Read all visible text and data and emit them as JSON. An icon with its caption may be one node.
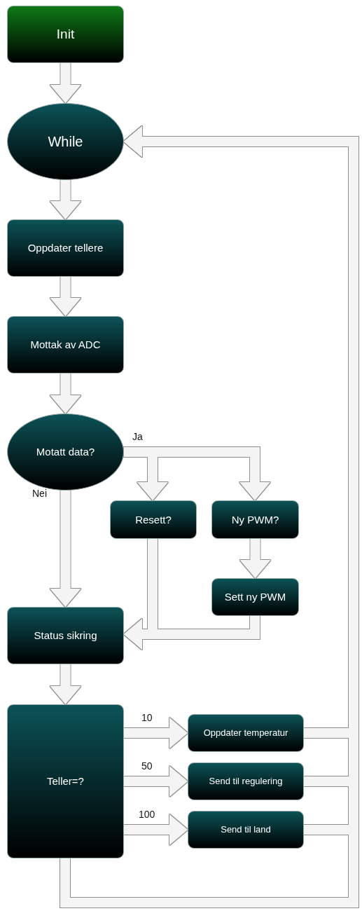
{
  "diagram": {
    "nodes": [
      {
        "text": [
          "Init"
        ]
      },
      {
        "text": [
          "While"
        ]
      },
      {
        "text": [
          "Oppdater tellere"
        ]
      },
      {
        "text": [
          "Mottak av ADC"
        ]
      },
      {
        "text": [
          "Motatt data?"
        ]
      },
      {
        "text": [
          "Resett?"
        ]
      },
      {
        "text": [
          "Ny PWM?"
        ]
      },
      {
        "text": [
          "Sett ny PWM"
        ]
      },
      {
        "text": [
          "Status sikring"
        ]
      },
      {
        "text": [
          "Teller=?"
        ]
      },
      {
        "text": [
          "Oppdater temperatur"
        ]
      },
      {
        "text": [
          "Send til regulering"
        ]
      },
      {
        "text": [
          "Send til land"
        ]
      }
    ],
    "edges": [
      {
        "from": 0,
        "to": 1,
        "arrow": "to"
      },
      {
        "from": 1,
        "to": 2,
        "arrow": "to"
      },
      {
        "from": 2,
        "to": 3,
        "arrow": "to"
      },
      {
        "from": 3,
        "to": 4,
        "arrow": "to"
      },
      {
        "from": 4,
        "to": 5,
        "arrow": "to",
        "label": "Ja"
      },
      {
        "from": 4,
        "to": 6,
        "arrow": "to"
      },
      {
        "from": 4,
        "to": 8,
        "arrow": "to",
        "label": "Nei"
      },
      {
        "from": 6,
        "to": 7,
        "arrow": "to"
      },
      {
        "from": 5,
        "to": 8,
        "arrow": "to"
      },
      {
        "from": 7,
        "to": 8,
        "arrow": "to"
      },
      {
        "from": 8,
        "to": 9,
        "arrow": "to"
      },
      {
        "from": 9,
        "to": 10,
        "arrow": "to",
        "label": "10"
      },
      {
        "from": 9,
        "to": 11,
        "arrow": "to",
        "label": "50"
      },
      {
        "from": 9,
        "to": 12,
        "arrow": "to",
        "label": "100"
      },
      {
        "from": 10,
        "to": 1,
        "arrow": "to"
      },
      {
        "from": 11,
        "to": 1,
        "arrow": "to"
      },
      {
        "from": 12,
        "to": 1,
        "arrow": "to"
      },
      {
        "from": 9,
        "to": 1,
        "arrow": "to"
      }
    ]
  }
}
